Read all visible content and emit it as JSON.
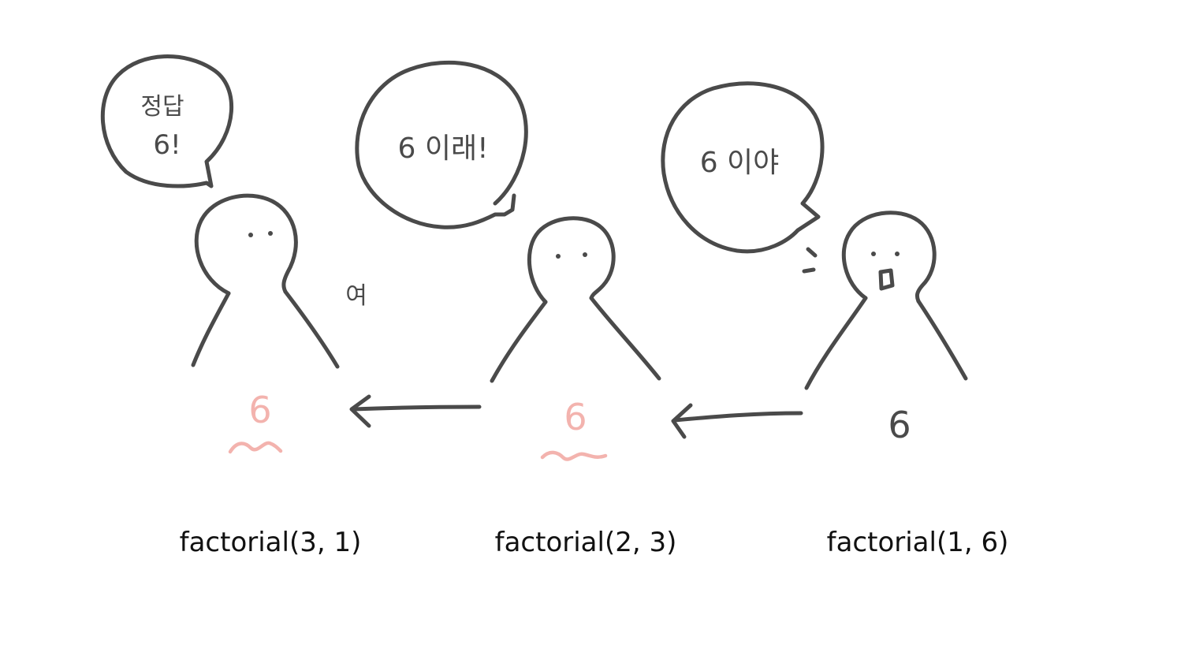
{
  "figures": [
    {
      "caption": "factorial(3, 1)",
      "speech": [
        "정답",
        "6!"
      ],
      "aside": "여",
      "value": "6",
      "value_color": "#f3b3ae"
    },
    {
      "caption": "factorial(2, 3)",
      "speech": [
        "6 이래!"
      ],
      "value": "6",
      "value_color": "#f3b3ae"
    },
    {
      "caption": "factorial(1, 6)",
      "speech": [
        "6 이야"
      ],
      "value": "6",
      "value_color": "#4a4a4a"
    }
  ],
  "colors": {
    "ink": "#4a4a4a",
    "highlight": "#f3b3ae",
    "caption": "#111111",
    "background": "#ffffff"
  }
}
